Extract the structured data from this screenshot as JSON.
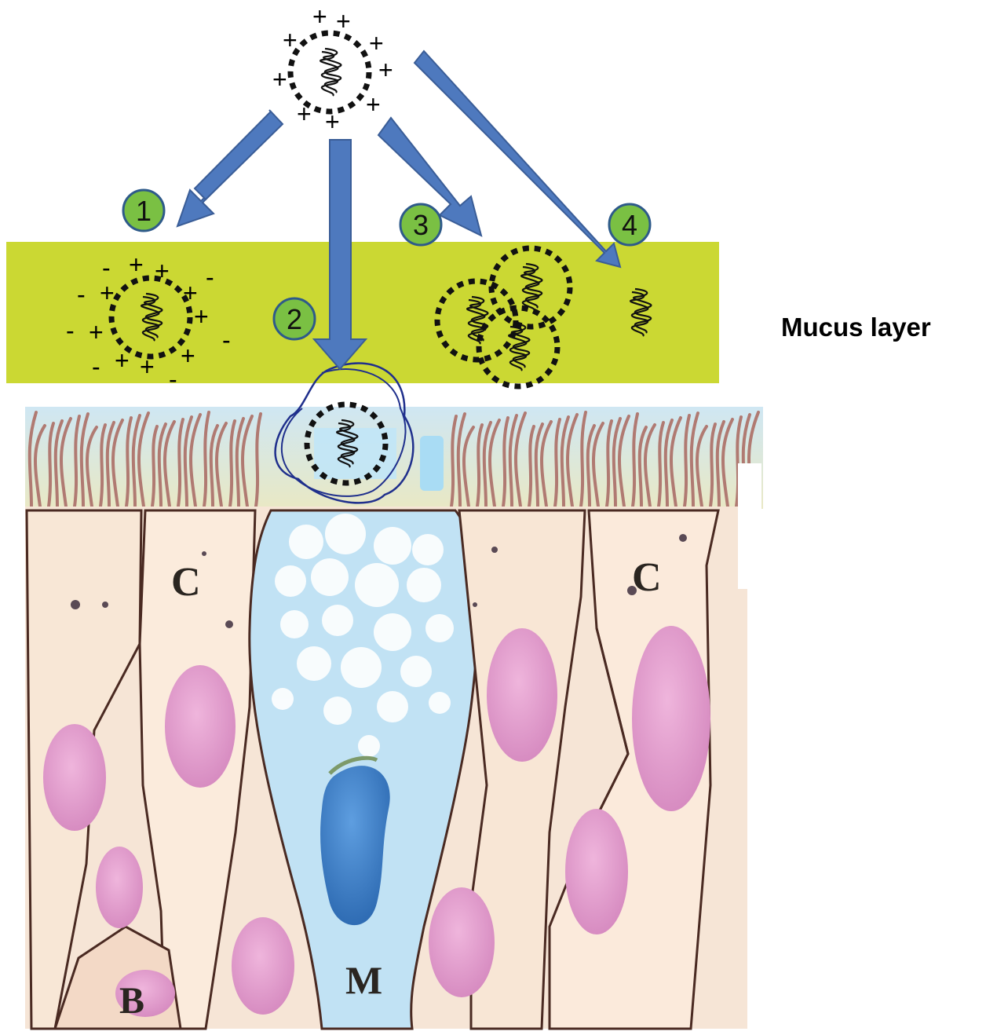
{
  "mucus_label": "Mucus layer",
  "pathway_numbers": [
    "1",
    "2",
    "3",
    "4"
  ],
  "cell_labels": {
    "ciliated_left": "C",
    "ciliated_right": "C",
    "basal": "B",
    "mucous": "M"
  },
  "charges": {
    "plus": "+",
    "minus": "-"
  },
  "colors": {
    "mucus": "#cbd833",
    "arrow": "#4e79be",
    "badge": "#7ac043",
    "badge_border": "#2e5a8a",
    "goblet": "#bfe1f5",
    "cell": "#f8e6d4",
    "nucleus": "#e29fcd",
    "goblet_nucleus": "#3d7fc6"
  }
}
